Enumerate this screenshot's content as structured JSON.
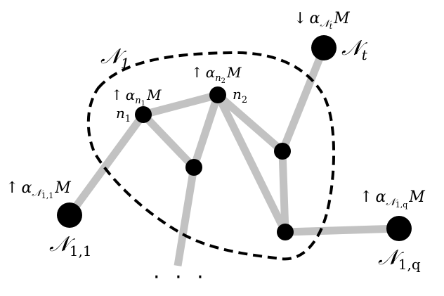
{
  "colors": {
    "edge": "#c2c2c2",
    "node": "#000000",
    "region_border": "#000000",
    "background": "#ffffff"
  },
  "region_label": {
    "main": "𝒩",
    "sub": "1"
  },
  "nodes": {
    "n1": {
      "label": "n",
      "sub": "1",
      "arrow": "↑",
      "alpha": "α",
      "alpha_sub_main": "n",
      "alpha_sub_sub": "1",
      "tail": "M"
    },
    "n2": {
      "label": "n",
      "sub": "2",
      "arrow": "↑",
      "alpha": "α",
      "alpha_sub_main": "n",
      "alpha_sub_sub": "2",
      "tail": "M"
    },
    "Nt": {
      "label": "𝒩",
      "sub": "t",
      "arrow": "↓",
      "alpha": "α",
      "alpha_sub_main": "𝒩",
      "alpha_sub_sub": "t",
      "tail": "M"
    },
    "N11": {
      "label": "𝒩",
      "sub": "1,1",
      "arrow": "↑",
      "alpha": "α",
      "alpha_sub_main": "𝒩",
      "alpha_sub_sub": "1,1",
      "tail": "M"
    },
    "N1q": {
      "label": "𝒩",
      "sub": "1,q",
      "arrow": "↑",
      "alpha": "α",
      "alpha_sub_main": "𝒩",
      "alpha_sub_sub": "1,q",
      "tail": "M"
    }
  },
  "ellipsis": "· · ·"
}
